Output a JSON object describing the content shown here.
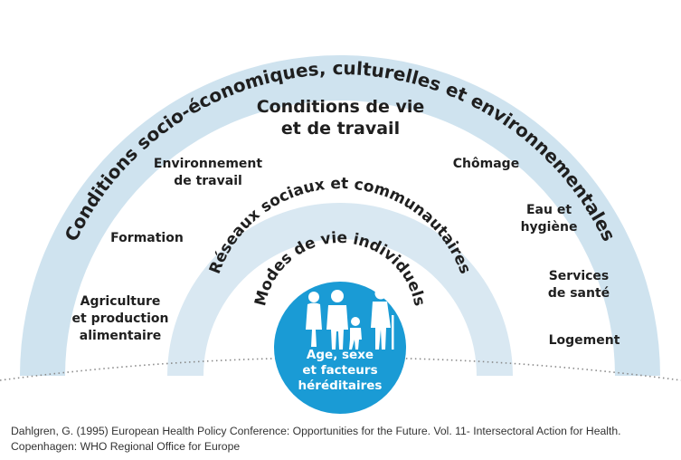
{
  "outer_arc_text": "Conditions socio-économiques, culturelles et environnementales",
  "layer_living": {
    "title": "Conditions de vie\net de travail",
    "left_items": [
      "Environnement\nde travail",
      "Formation",
      "Agriculture\net production\nalimentaire"
    ],
    "right_items": [
      "Chômage",
      "Eau et\nhygiène",
      "Services\nde santé",
      "Logement"
    ]
  },
  "social_arc_text": "Réseaux sociaux et communautaires",
  "lifestyle_arc_text": "Modes de vie individuels",
  "core_text": "Age, sexe\net facteurs\nhéréditaires",
  "citation": "Dahlgren, G. (1995) European Health Policy Conference: Opportunities for the Future. Vol. 11- Intersectoral Action for Health. Copenhagen: WHO Regional Office for Europe",
  "colors": {
    "outer_band": "#cfe3ef",
    "inner_band": "#d9e8f2",
    "core_circle": "#1a9bd5",
    "people": "#ffffff",
    "text": "#1f1f1f"
  }
}
